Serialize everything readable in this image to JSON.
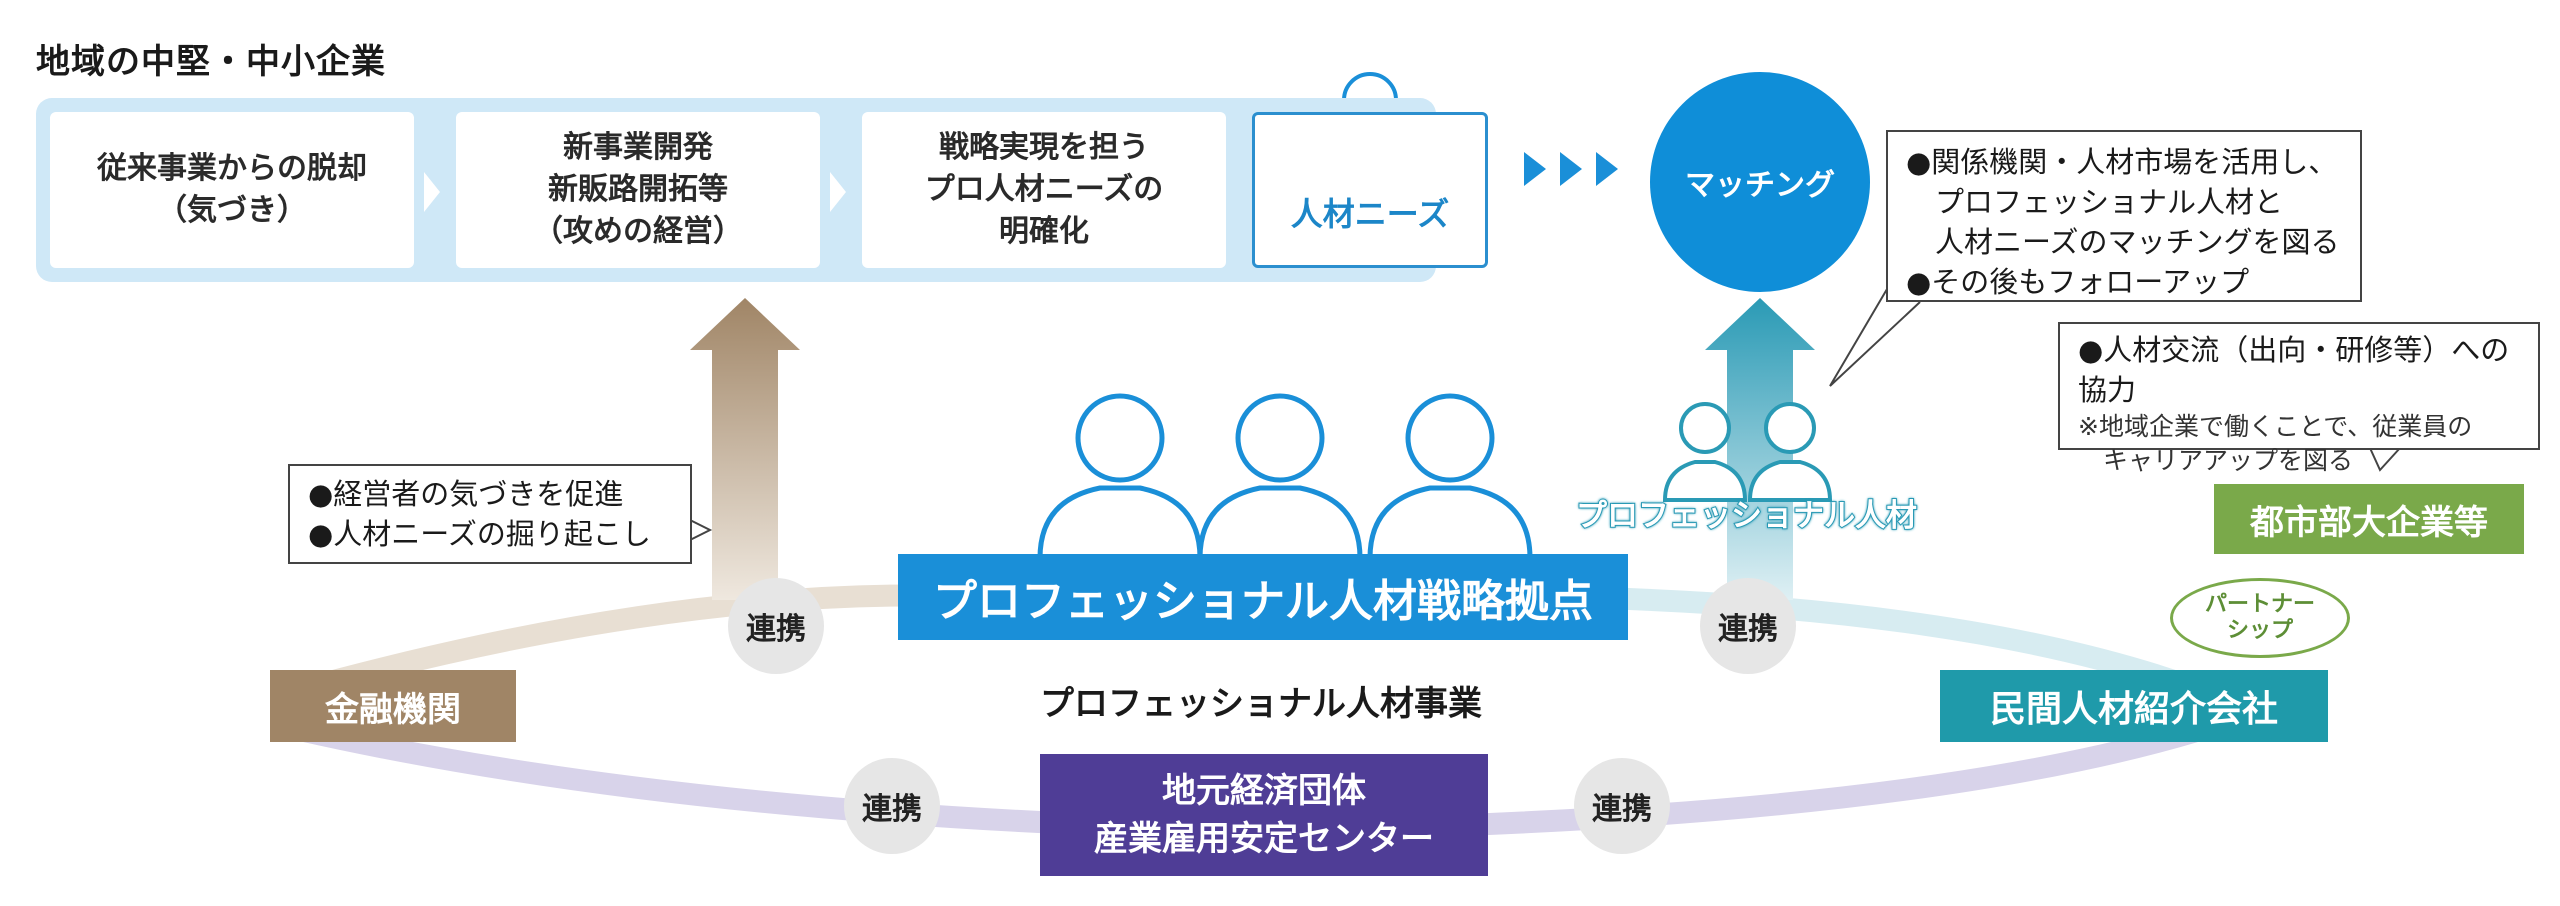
{
  "heading": "地域の中堅・中小企業",
  "steps": [
    {
      "label": "従来事業からの脱却\n（気づき）"
    },
    {
      "label": "新事業開発\n新販路開拓等\n（攻めの経営）"
    },
    {
      "label": "戦略実現を担う\nプロ人材ニーズの\n明確化"
    }
  ],
  "needs_label": "人材ニーズ",
  "matching_label": "マッチング",
  "matching_callout": [
    "●関係機関・人材市場を活用し、",
    "　プロフェッショナル人材と",
    "　人材ニーズのマッチングを図る",
    "●その後もフォローアップ"
  ],
  "exchange_callout": {
    "main": "●人材交流（出向・研修等）への協力",
    "note_lines": [
      "※地域企業で働くことで、従業員の",
      "　キャリアアップを図る"
    ]
  },
  "awareness_callout": [
    "●経営者の気づきを促進",
    "●人材ニーズの掘り起こし"
  ],
  "pro_talent_label": "プロフェッショナル人材",
  "strategy_base": "プロフェッショナル人材戦略拠点",
  "project_label": "プロフェッショナル人材事業",
  "link_label": "連携",
  "nodes": {
    "finance": "金融機関",
    "private": "民間人材紹介会社",
    "bigcorp": "都市部大企業等",
    "local_econ": "地元経済団体\n産業雇用安定センター"
  },
  "partner_label": "パートナー\nシップ",
  "colors": {
    "blue": "#0f8ed8",
    "light_blue": "#cfe8f7",
    "brown": "#a08566",
    "teal": "#1f9aaa",
    "green": "#7aa94a",
    "purple": "#4f3d96"
  }
}
